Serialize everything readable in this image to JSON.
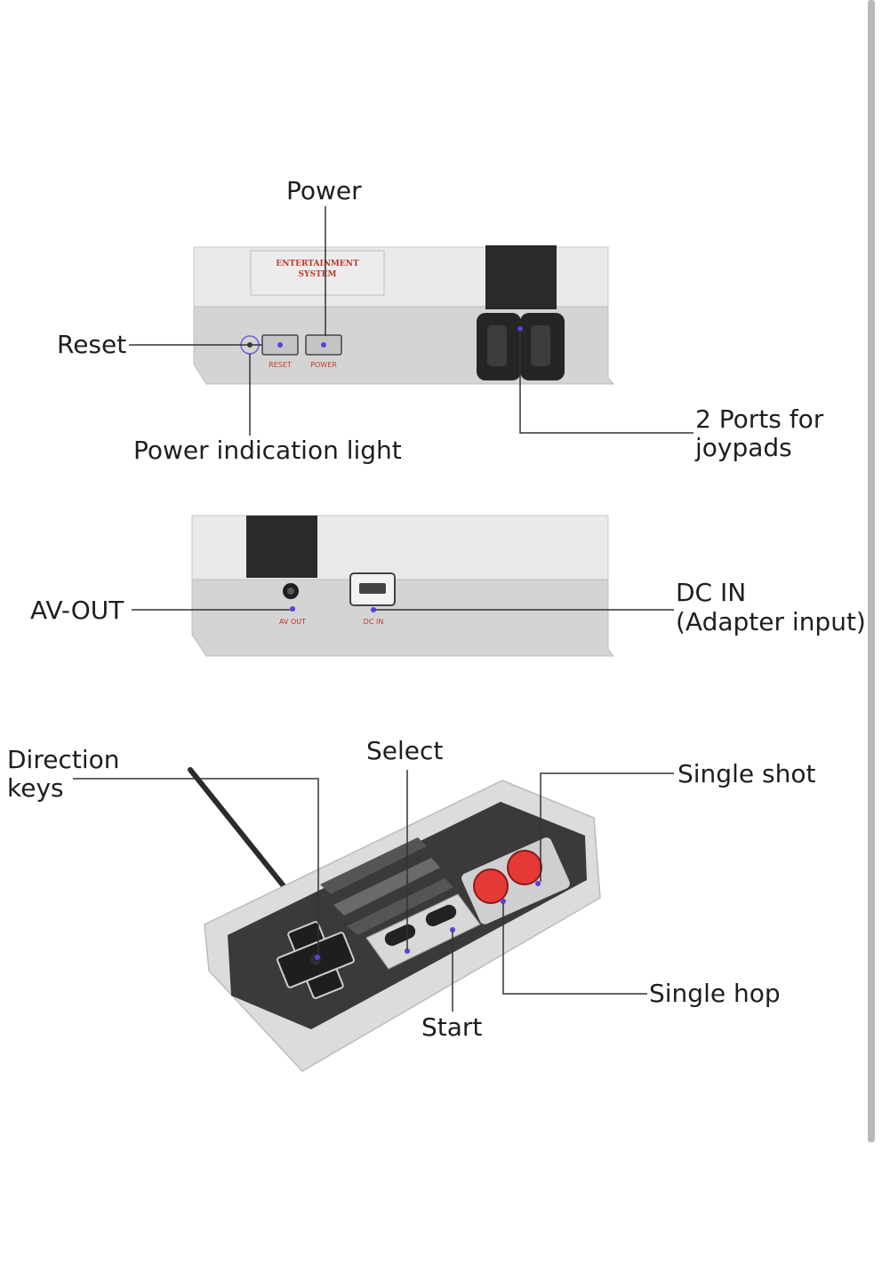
{
  "labels": {
    "power": "Power",
    "reset": "Reset",
    "power_light": "Power indication light",
    "ports_line1": "2 Ports for",
    "ports_line2": "joypads",
    "av_out": "AV-OUT",
    "dc_in_line1": "DC IN",
    "dc_in_line2": "(Adapter input)",
    "direction_line1": "Direction",
    "direction_line2": "keys",
    "select": "Select",
    "start": "Start",
    "single_shot": "Single shot",
    "single_hop": "Single hop"
  },
  "console_marks": {
    "brand_line1": "ENTERTAINMENT",
    "brand_line2": "SYSTEM",
    "reset_mark": "RESET",
    "power_mark": "POWER",
    "av_mark": "AV OUT",
    "dc_mark": "DC IN"
  },
  "colors": {
    "accent_dot": "#5b3fd6",
    "button_red": "#e53935",
    "console_light": "#d8d8d8",
    "console_dark": "#2f2f2f"
  }
}
